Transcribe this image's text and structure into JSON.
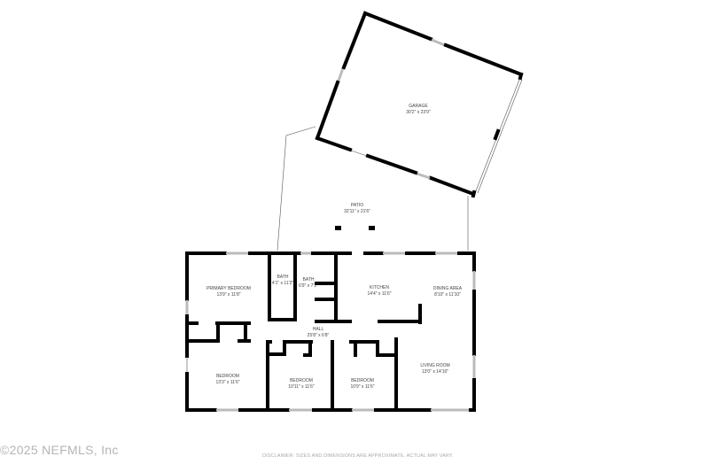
{
  "rooms": [
    {
      "id": "garage",
      "name": "GARAGE",
      "dims": "30'2\" x 23'9\""
    },
    {
      "id": "patio",
      "name": "PATIO",
      "dims": "32'11\" x 21'6\""
    },
    {
      "id": "primary_bedroom",
      "name": "PRIMARY BEDROOM",
      "dims": "13'9\" x 11'8\""
    },
    {
      "id": "bath1",
      "name": "BATH",
      "dims": "4'1\" x 11'2\""
    },
    {
      "id": "bath2",
      "name": "BATH",
      "dims": "6'9\" x 7'1\""
    },
    {
      "id": "kitchen",
      "name": "KITCHEN",
      "dims": "14'4\" x 11'6\""
    },
    {
      "id": "dining",
      "name": "DINING AREA",
      "dims": "8'10\" x 11'10\""
    },
    {
      "id": "hall",
      "name": "HALL",
      "dims": "25'8\" x 6'8\""
    },
    {
      "id": "bedroom1",
      "name": "BEDROOM",
      "dims": "13'3\" x 11'6\""
    },
    {
      "id": "bedroom2",
      "name": "BEDROOM",
      "dims": "10'11\" x 11'6\""
    },
    {
      "id": "bedroom3",
      "name": "BEDROOM",
      "dims": "10'9\" x 11'6\""
    },
    {
      "id": "living",
      "name": "LIVING ROOM",
      "dims": "13'0\" x 14'10\""
    }
  ],
  "footer": {
    "copyright": "©2025 NEFMLS, Inc",
    "disclaimer": "DISCLAIMER: SIZES AND DIMENSIONS ARE APPROXIMATE. ACTUAL MAY VARY."
  },
  "colors": {
    "wall": "#000000",
    "window": "#bbbbbb",
    "label": "#444444",
    "watermark": "#b5b5b5"
  }
}
